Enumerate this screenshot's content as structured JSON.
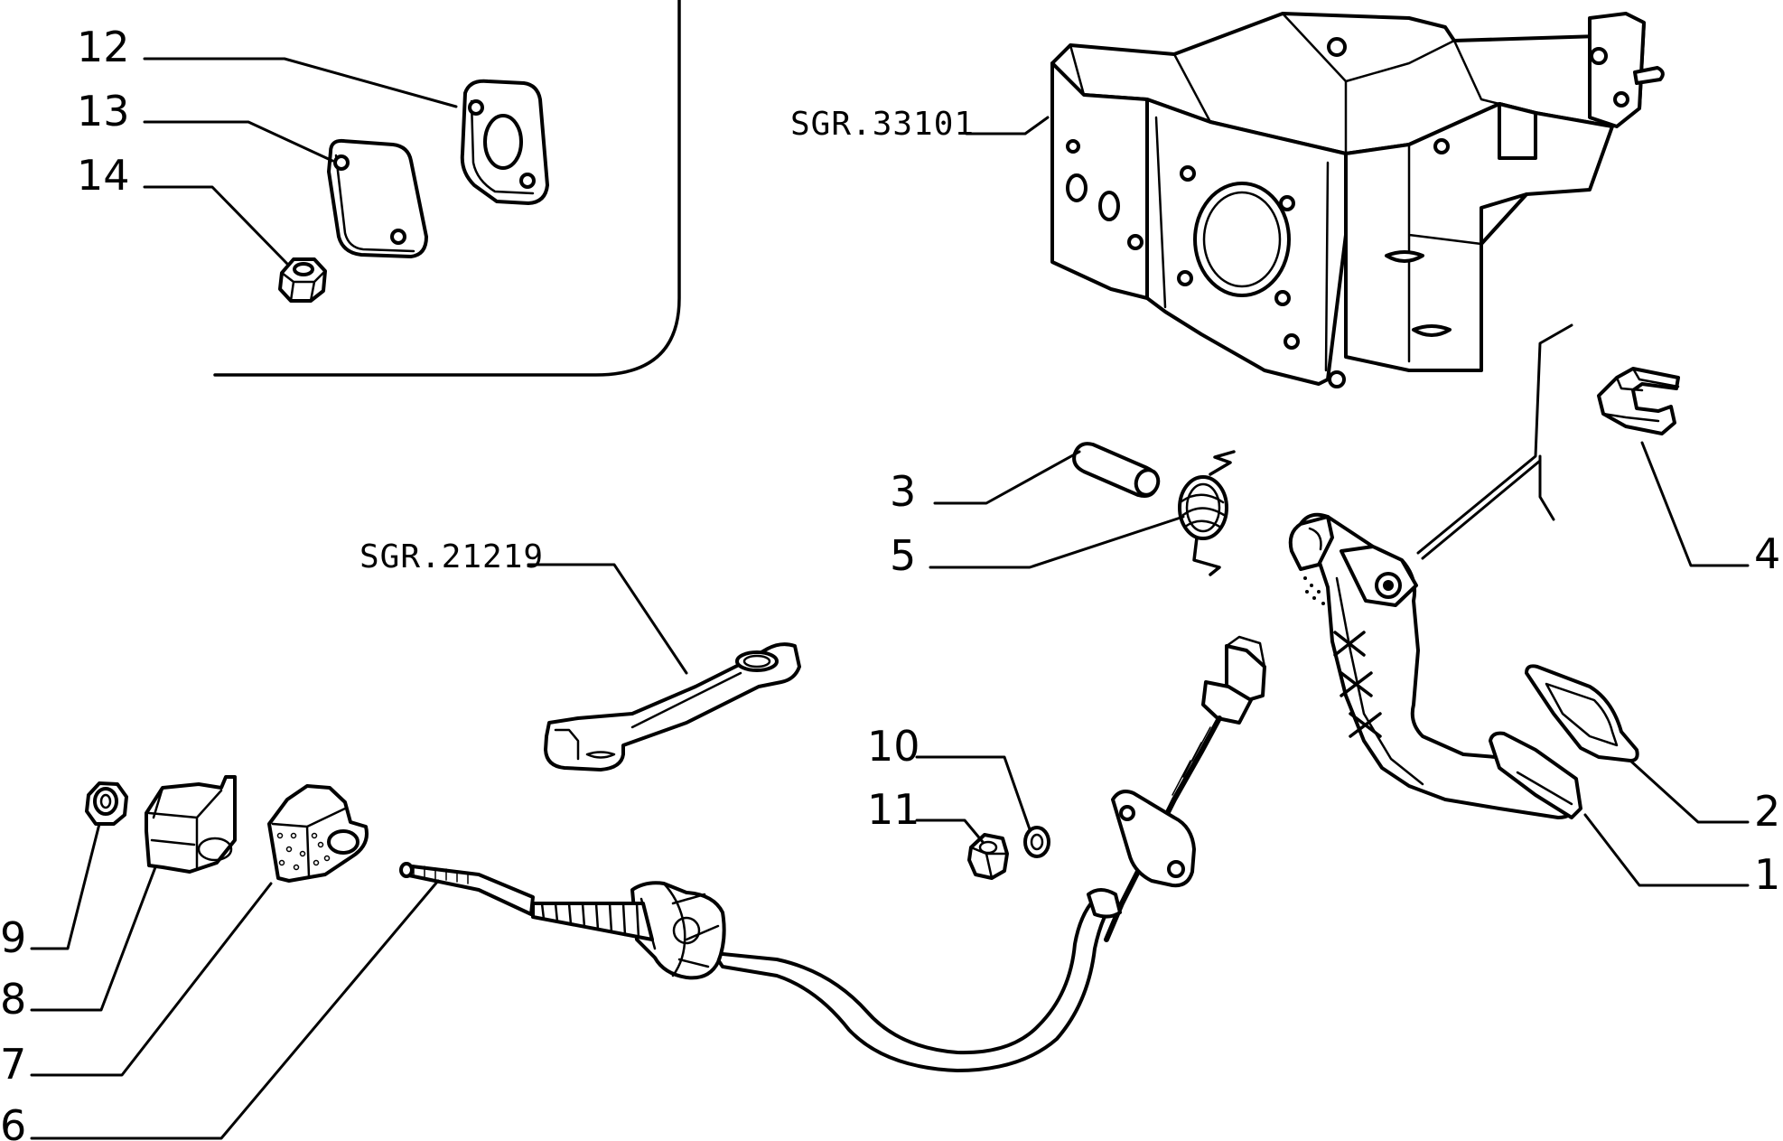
{
  "labels": {
    "p1": "1",
    "p2": "2",
    "p3": "3",
    "p4": "4",
    "p5": "5",
    "p6": "6",
    "p7": "7",
    "p8": "8",
    "p9": "9",
    "p10": "10",
    "p11": "11",
    "p12": "12",
    "p13": "13",
    "p14": "14"
  },
  "references": {
    "pedal_bracket": "SGR.33101",
    "clutch_lever": "SGR.21219"
  }
}
